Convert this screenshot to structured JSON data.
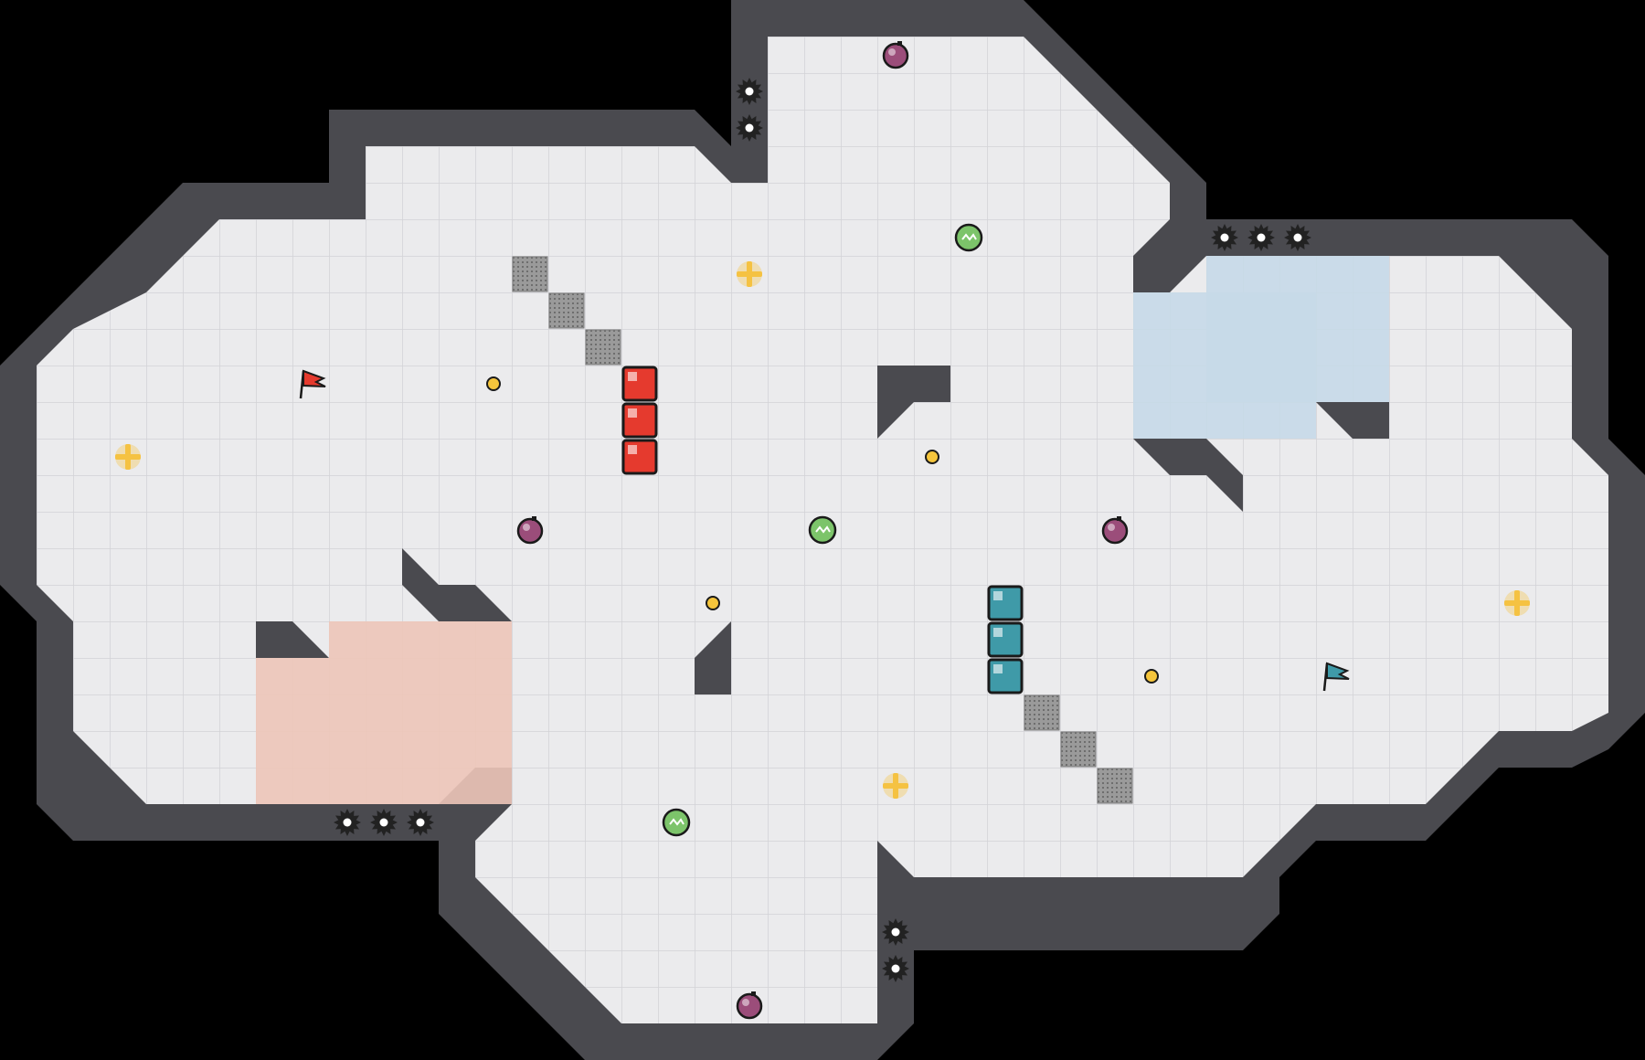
{
  "map": {
    "cols": 45,
    "rows": 29,
    "colors": {
      "background": "#000000",
      "floor": "#ebebed",
      "grid_line": "#d2d2d6",
      "wall": "#4a4a4f",
      "wall_highlight": "#3a3a3e",
      "red_zone": "#edc5b8",
      "blue_zone": "#c6d9e8",
      "red_gate": "#e53a2e",
      "blue_gate": "#3f9aa8",
      "boost": "#f5c242",
      "bomb": "#9b4d7a",
      "powerup": "#7cc46a",
      "spike": "#222222",
      "button": "#f5c53c",
      "tile_pattern": "#8c8c8c"
    },
    "items": {
      "red_flag": {
        "col": 8,
        "row": 10,
        "icon": "red-flag-icon"
      },
      "blue_flag": {
        "col": 36,
        "row": 18,
        "icon": "blue-flag-icon"
      },
      "boosts": [
        {
          "col": 3,
          "row": 12
        },
        {
          "col": 20,
          "row": 7
        },
        {
          "col": 24,
          "row": 21
        },
        {
          "col": 41,
          "row": 16
        }
      ],
      "bombs": [
        {
          "col": 24,
          "row": 1
        },
        {
          "col": 14,
          "row": 14
        },
        {
          "col": 30,
          "row": 14
        },
        {
          "col": 20,
          "row": 27
        }
      ],
      "powerups": [
        {
          "col": 26,
          "row": 6
        },
        {
          "col": 22,
          "row": 14
        },
        {
          "col": 18,
          "row": 22
        }
      ],
      "buttons": [
        {
          "col": 13,
          "row": 10
        },
        {
          "col": 25,
          "row": 12
        },
        {
          "col": 19,
          "row": 16
        },
        {
          "col": 31,
          "row": 18
        }
      ],
      "red_gates": [
        {
          "col": 17,
          "row": 10
        },
        {
          "col": 17,
          "row": 11
        },
        {
          "col": 17,
          "row": 12
        }
      ],
      "blue_gates": [
        {
          "col": 27,
          "row": 16
        },
        {
          "col": 27,
          "row": 17
        },
        {
          "col": 27,
          "row": 18
        }
      ],
      "grate_tiles": [
        {
          "col": 14,
          "row": 7
        },
        {
          "col": 15,
          "row": 8
        },
        {
          "col": 16,
          "row": 9
        },
        {
          "col": 28,
          "row": 19
        },
        {
          "col": 29,
          "row": 20
        },
        {
          "col": 30,
          "row": 21
        }
      ],
      "spikes": [
        {
          "col": 20,
          "row": 2
        },
        {
          "col": 20,
          "row": 3
        },
        {
          "col": 33,
          "row": 6
        },
        {
          "col": 34,
          "row": 6
        },
        {
          "col": 35,
          "row": 6
        },
        {
          "col": 9,
          "row": 22
        },
        {
          "col": 10,
          "row": 22
        },
        {
          "col": 11,
          "row": 22
        },
        {
          "col": 24,
          "row": 25
        },
        {
          "col": 24,
          "row": 26
        }
      ]
    }
  }
}
